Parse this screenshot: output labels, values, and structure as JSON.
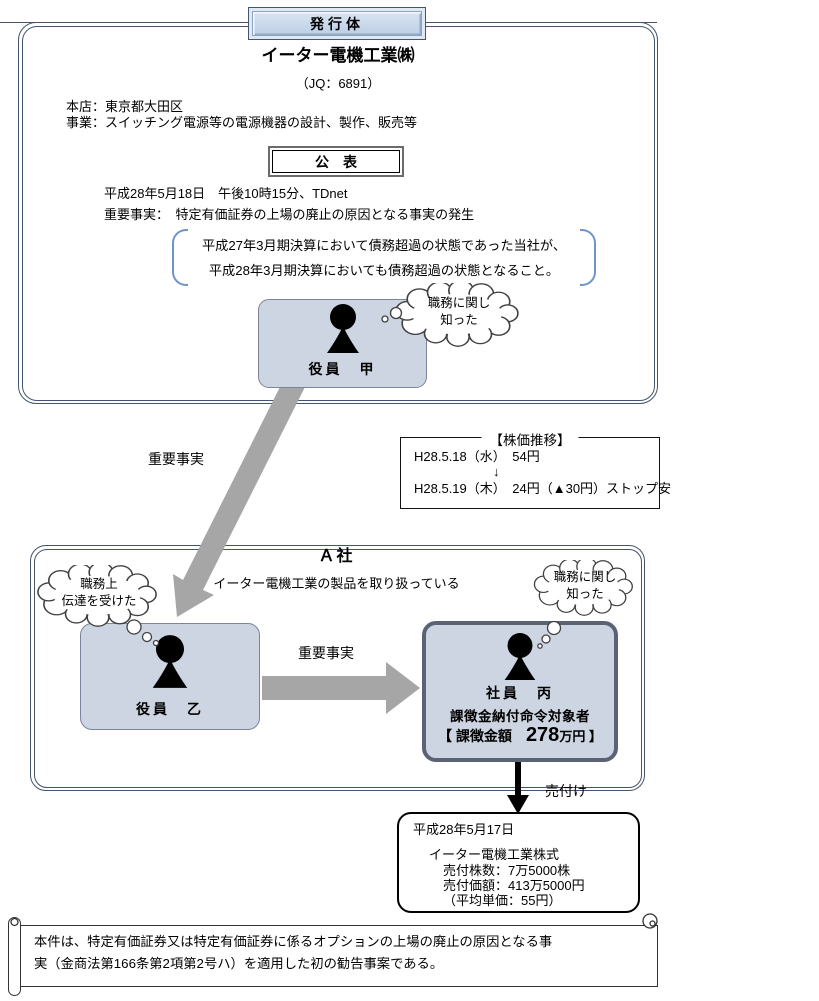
{
  "issuer_tab": "発行体",
  "issuer": {
    "name": "イーター電機工業㈱",
    "code": "（JQ：6891）",
    "hq": "本店：東京都大田区",
    "business": "事業：スイッチング電源等の電源機器の設計、製作、販売等",
    "announce_label": "公　表",
    "announce_datetime": "平成28年5月18日　午後10時15分、TDnet",
    "fact_heading": "重要事実：　特定有価証券の上場の廃止の原因となる事実の発生",
    "fact_detail_line1": "平成27年3月期決算において債務超過の状態であった当社が、",
    "fact_detail_line2": "平成28年3月期決算においても債務超過の状態となること。",
    "officer_kou_label": "役員　甲",
    "cloud_kou_line1": "職務に関し",
    "cloud_kou_line2": "知った"
  },
  "arrow1_label": "重要事実",
  "stock_price": {
    "title": "【株価推移】",
    "row1": "H28.5.18（水）　54円",
    "down_arrow": "↓",
    "row2": "H28.5.19（木）　24円（▲30円）ストップ安"
  },
  "company_a": {
    "title": "Ａ社",
    "subtitle": "イーター電機工業の製品を取り扱っている",
    "cloud_otsu_line1": "職務上",
    "cloud_otsu_line2": "伝達を受けた",
    "officer_otsu_label": "役員　乙",
    "arrow2_label": "重要事実",
    "cloud_hei_line1": "職務に関し",
    "cloud_hei_line2": "知った",
    "employee_hei_label": "社員　丙",
    "employee_hei_role": "課徴金納付命令対象者",
    "penalty_prefix": "【 課徴金額　",
    "penalty_amount": "278",
    "penalty_suffix": "万円 】"
  },
  "arrow3_label": "売付け",
  "sale": {
    "date": "平成28年5月17日",
    "stock_name": "イーター電機工業株式",
    "quantity": "売付株数：7万5000株",
    "amount": "売付価額：413万5000円",
    "average": "（平均単価：55円）"
  },
  "footer": {
    "line1": "本件は、特定有価証券又は特定有価証券に係るオプションの上場の廃止の原因となる事",
    "line2": "実（金商法第166条第2項第2号ハ）を適用した初の勧告事案である。"
  },
  "colors": {
    "border_slate": "#44546A",
    "box_fill": "#CDD4E2",
    "arrow_gray": "#A6A6A6",
    "bracket_blue": "#6E94C8"
  }
}
